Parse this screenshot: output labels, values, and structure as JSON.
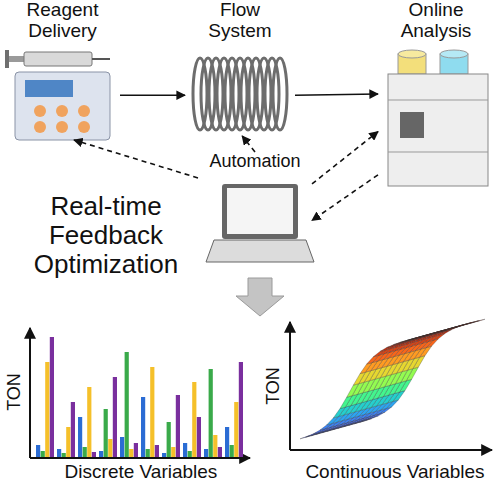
{
  "diagram": {
    "nodes": [
      {
        "text": [
          "Reagent Delivery"
        ]
      },
      {
        "text": [
          "Flow System"
        ]
      },
      {
        "text": [
          "Online Analysis"
        ]
      },
      {
        "text": [
          "Automation"
        ]
      }
    ],
    "edges": [
      {
        "from": 0,
        "to": 1,
        "arrow": "to"
      },
      {
        "from": 1,
        "to": 2,
        "arrow": "to"
      },
      {
        "from": 3,
        "to": 0,
        "arrow": "to"
      },
      {
        "from": 3,
        "to": 1,
        "arrow": "to"
      },
      {
        "from": 3,
        "to": 2,
        "arrow": "to"
      },
      {
        "from": 2,
        "to": 3,
        "arrow": "to"
      }
    ],
    "labels": [
      "Real-time Feedback Optimization",
      "TON",
      "Discrete Variables",
      "TON",
      "Continuous Variables"
    ]
  }
}
